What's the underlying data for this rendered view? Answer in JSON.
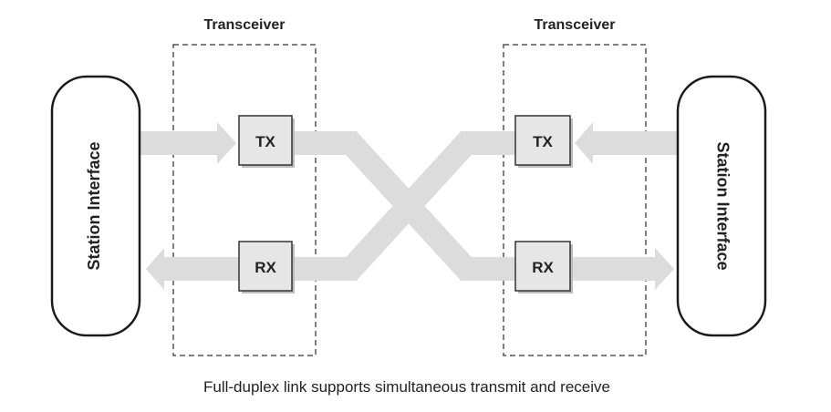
{
  "diagram": {
    "left_transceiver": {
      "title": "Transceiver",
      "tx_label": "TX",
      "rx_label": "RX"
    },
    "right_transceiver": {
      "title": "Transceiver",
      "tx_label": "TX",
      "rx_label": "RX"
    },
    "left_station": {
      "label": "Station Interface"
    },
    "right_station": {
      "label": "Station Interface"
    },
    "caption": "Full-duplex link supports simultaneous transmit and receive",
    "colors": {
      "arrow": "#dcdcdc",
      "box_fill": "#e6e6e6",
      "box_stroke": "#333333",
      "dashed": "#555555",
      "text": "#222222"
    }
  }
}
